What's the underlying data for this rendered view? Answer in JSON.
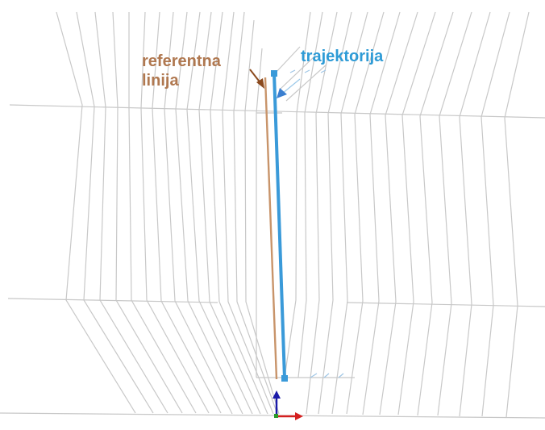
{
  "labels": {
    "reference_line_line1": "referentna",
    "reference_line_line2": "linija",
    "trajectory": "trajektorija"
  },
  "colors": {
    "background": "#ffffff",
    "mesh": "#c8c8c8",
    "reference_line": "#c8946a",
    "reference_label": "#b07850",
    "trajectory": "#3a9ad9",
    "trajectory_label": "#2e9bd6",
    "axis_up": "#1a1aa8",
    "axis_right": "#d42020",
    "axis_green": "#2a9a2a",
    "pointer_arrow": "#8b4a1e"
  },
  "icons": {
    "coordinate_axes": "xyz-axes-icon",
    "trajectory_points": "square-marker-icon"
  }
}
